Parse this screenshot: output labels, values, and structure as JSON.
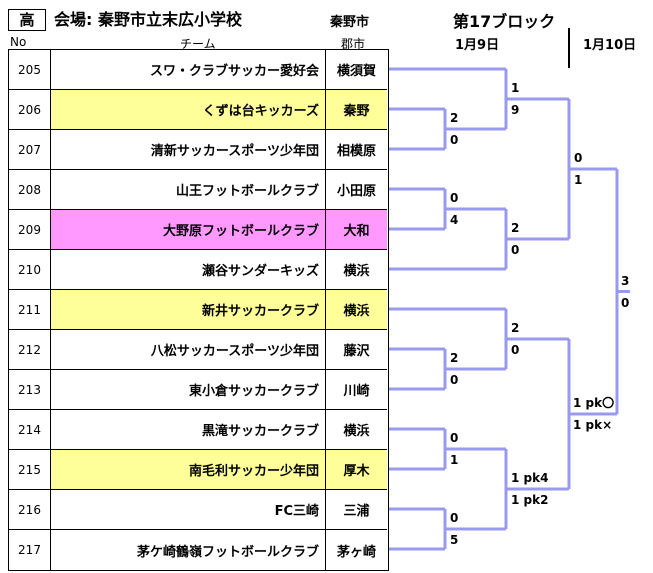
{
  "header": {
    "badge": "高",
    "venue": "会場: 秦野市立末広小学校",
    "city": "秦野市",
    "block_title": "第17ブロック",
    "date_round1": "1月9日",
    "date_round2": "1月10日"
  },
  "columns": {
    "no": "No",
    "team": "チーム",
    "city": "郡市"
  },
  "teams": [
    {
      "no": "205",
      "name": "スワ・クラブサッカー愛好会",
      "city": "横須賀",
      "highlight": ""
    },
    {
      "no": "206",
      "name": "くずは台キッカーズ",
      "city": "秦野",
      "highlight": "yellow"
    },
    {
      "no": "207",
      "name": "清新サッカースポーツ少年団",
      "city": "相模原",
      "highlight": ""
    },
    {
      "no": "208",
      "name": "山王フットボールクラブ",
      "city": "小田原",
      "highlight": ""
    },
    {
      "no": "209",
      "name": "大野原フットボールクラブ",
      "city": "大和",
      "highlight": "pink"
    },
    {
      "no": "210",
      "name": "瀬谷サンダーキッズ",
      "city": "横浜",
      "highlight": ""
    },
    {
      "no": "211",
      "name": "新井サッカークラブ",
      "city": "横浜",
      "highlight": "yellow"
    },
    {
      "no": "212",
      "name": "八松サッカースポーツ少年団",
      "city": "藤沢",
      "highlight": ""
    },
    {
      "no": "213",
      "name": "東小倉サッカークラブ",
      "city": "川崎",
      "highlight": ""
    },
    {
      "no": "214",
      "name": "黒滝サッカークラブ",
      "city": "横浜",
      "highlight": ""
    },
    {
      "no": "215",
      "name": "南毛利サッカー少年団",
      "city": "厚木",
      "highlight": "yellow"
    },
    {
      "no": "216",
      "name": "FC三崎",
      "city": "三浦",
      "highlight": ""
    },
    {
      "no": "217",
      "name": "茅ケ崎鶴嶺フットボールクラブ",
      "city": "茅ヶ崎",
      "highlight": ""
    }
  ],
  "scores": {
    "m206_207": [
      "2",
      "0"
    ],
    "m205_winner": [
      "1",
      "9"
    ],
    "m208_209": [
      "0",
      "4"
    ],
    "m210_winner": [
      "2",
      "0"
    ],
    "m_top_semi": [
      "0",
      "1"
    ],
    "m212_213": [
      "2",
      "0"
    ],
    "m211_winner": [
      "2",
      "0"
    ],
    "m214_215": [
      "0",
      "1"
    ],
    "m216_217": [
      "0",
      "5"
    ],
    "m_lower": [
      "1 pk4",
      "1 pk2"
    ],
    "m_bottom_semi": [
      "1 pk〇",
      "1 pk×"
    ],
    "final": [
      "3",
      "0"
    ]
  },
  "colors": {
    "bracket": "#9999ee",
    "yellow": "#ffff99",
    "pink": "#ff99ff"
  }
}
